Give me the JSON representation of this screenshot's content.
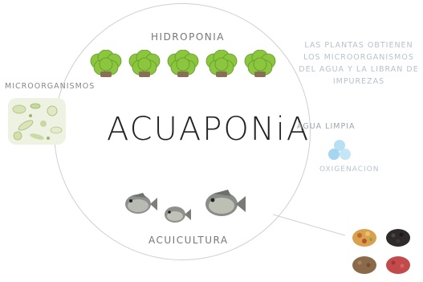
{
  "title": "ACUAPONiA",
  "labels": {
    "hidroponia": "HIDROPONIA",
    "microorganismos": "MICROORGANISMOS",
    "agua_limpia": "AGUA LIMPIA",
    "oxigenacion": "OXIGENACION",
    "acuicultura": "ACUICULTURA"
  },
  "side_note": "LAS PLANTAS OBTIENEN LOS MICROORGANISMOS DEL AGUA Y LA LIBRAN DE IMPUREZAS",
  "icons": {
    "plants": [
      "lettuce-icon",
      "lettuce-icon",
      "lettuce-icon",
      "lettuce-icon",
      "lettuce-icon"
    ],
    "fish": [
      "fish-icon",
      "fish-icon",
      "fish-icon"
    ],
    "microorganisms": "microorganisms-image",
    "water": "water-bubbles-icon",
    "fish_food": "fish-food-image"
  },
  "colors": {
    "circle": "#cfcfcf",
    "lettuce": "#8cc63e",
    "water": "#a9d9f2",
    "text_light": "#b6c3cb"
  }
}
